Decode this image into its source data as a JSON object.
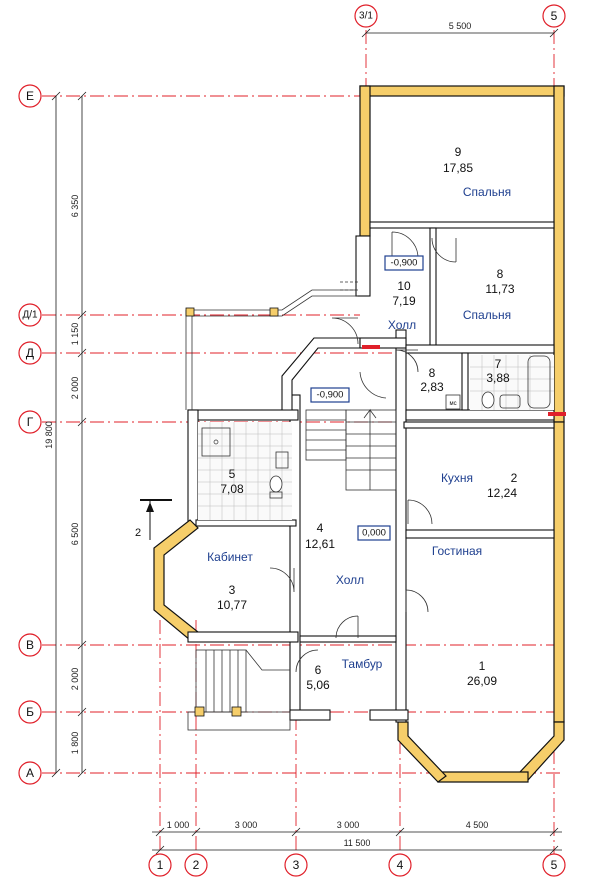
{
  "axes": {
    "vertical": [
      "1",
      "2",
      "3",
      "4",
      "5",
      "3/1"
    ],
    "horizontal": [
      "Е",
      "Д/1",
      "Д",
      "Г",
      "В",
      "Б",
      "А"
    ]
  },
  "dimensions": {
    "top": "5 500",
    "left": [
      "6 350",
      "1 150",
      "2 000",
      "6 500",
      "2 000",
      "1 800"
    ],
    "left_total": "19 800",
    "bottom": [
      "1 000",
      "3 000",
      "3 000",
      "4 500"
    ],
    "bottom_total": "11 500"
  },
  "rooms": [
    {
      "num": "9",
      "area": "17,85",
      "name": "Спальня"
    },
    {
      "num": "8",
      "area": "11,73",
      "name": "Спальня"
    },
    {
      "num": "10",
      "area": "7,19",
      "name": "Холл"
    },
    {
      "num": "8",
      "area": "2,83",
      "name": ""
    },
    {
      "num": "7",
      "area": "3,88",
      "name": ""
    },
    {
      "num": "5",
      "area": "7,08",
      "name": ""
    },
    {
      "num": "2",
      "area": "12,24",
      "name": "Кухня"
    },
    {
      "num": "4",
      "area": "12,61",
      "name": "Холл"
    },
    {
      "num": "3",
      "area": "10,77",
      "name": "Кабинет"
    },
    {
      "num": "",
      "area": "",
      "name": "Гостиная"
    },
    {
      "num": "6",
      "area": "5,06",
      "name": "Тамбур"
    },
    {
      "num": "1",
      "area": "26,09",
      "name": ""
    }
  ],
  "levels": [
    "-0,900",
    "-0,900",
    "0,000"
  ],
  "section_mark": "2",
  "fixture_label": "мс"
}
